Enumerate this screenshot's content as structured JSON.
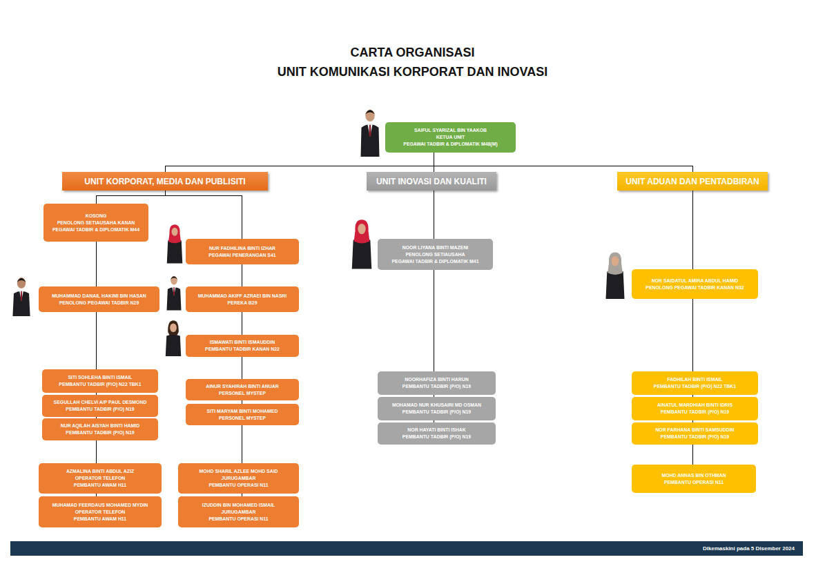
{
  "diagram": {
    "title": "CARTA ORGANISASI",
    "nodes": [
      {
        "text": [
          "SAIFUL SYARIZAL BIN YAAKOB",
          "KETUA UNIT",
          "PEGAWAI TADBIR & DIPLOMATIK M48(M)"
        ]
      },
      {
        "text": [
          "UNIT KORPORAT, MEDIA DAN PUBLISITI"
        ]
      },
      {
        "text": [
          "UNIT INOVASI DAN KUALITI"
        ]
      },
      {
        "text": [
          "UNIT ADUAN DAN PENTADBIRAN"
        ]
      },
      {
        "text": [
          "KOSONG",
          "PENOLONG SETIAUSAHA KANAN",
          "PEGAWAI TADBIR & DIPLOMATIK M44"
        ]
      },
      {
        "text": [
          "NUR FADHILINA BINTI IZHAR",
          "PEGAWAI PENERANGAN S41"
        ]
      },
      {
        "text": [
          "MUHAMMAD DANAIL HAKIMI BIN HASAN",
          "PENOLONG PEGAWAI TADBIR N29"
        ]
      },
      {
        "text": [
          "MUHAMMAD AKIFF AZRAEI BIN NASRI",
          "PEREKA B29"
        ]
      },
      {
        "text": [
          "ISMAWATI BINTI ISMAUDDIN",
          "PEMBANTU TADBIR KANAN N22"
        ]
      },
      {
        "text": [
          "SITI SOHLEHA BINTI ISMAIL",
          "PEMBANTU TADBIR (P/O) N22 TBK1"
        ]
      },
      {
        "text": [
          "AINUR SYAHIRAH BINTI ANUAR",
          "PERSONEL MYSTEP"
        ]
      },
      {
        "text": [
          "SEGULLAH CHELVI A/P PAUL DESMOND",
          "PEMBANTU TADBIR (P/O) N19"
        ]
      },
      {
        "text": [
          "SITI MARYAM BINTI MOHAMED",
          "PERSONEL MYSTEP"
        ]
      },
      {
        "text": [
          "NUR AQILAH AISYAH BINTI HAMID",
          "PEMBANTU TADBIR (P/O) N19"
        ]
      },
      {
        "text": [
          "AZMALINA BINTI ABDUL AZIZ",
          "OPERATOR TELEFON",
          "PEMBANTU AWAM H11"
        ]
      },
      {
        "text": [
          "MOHD SHARIL AZLEE MOHD SAID",
          "JURUGAMBAR",
          "PEMBANTU OPERASI N11"
        ]
      },
      {
        "text": [
          "MUHAMAD FEERDAUS MOHAMED MYDIN",
          "OPERATOR TELEFON",
          "PEMBANTU AWAM H11"
        ]
      },
      {
        "text": [
          "IZUDDIN BIN MOHAMED ISMAIL",
          "JURUGAMBAR",
          "PEMBANTU OPERASI N11"
        ]
      },
      {
        "text": [
          "NOOR LIYANA BINTI MAZENI",
          "PENOLONG SETIAUSAHA",
          "PEGAWAI TADBIR & DIPLOMATIK M41"
        ]
      },
      {
        "text": [
          "NOORHAFIZA BINTI HARUN",
          "PEMBANTU TADBIR (P/O) N19"
        ]
      },
      {
        "text": [
          "MOHAMAD NUR KHUSAIRI MD OSMAN",
          "PEMBANTU TADBIR (P/O) N19"
        ]
      },
      {
        "text": [
          "NOR HAYATI BINTI ISHAK",
          "PEMBANTU TADBIR (P/O) N19"
        ]
      },
      {
        "text": [
          "NOR SAIDATUL AMIRA ABDUL HAMID",
          "PENOLONG PEGAWAI TADBIR KANAN N32"
        ]
      },
      {
        "text": [
          "FADHILAH BINTI ISMAIL",
          "PEMBANTU TADBIR (P/O) N22 TBK1"
        ]
      },
      {
        "text": [
          "AINATUL MARDHIAH BINTI IDRIS",
          "PEMBANTU TADBIR (P/O) N19"
        ]
      },
      {
        "text": [
          "NOR FARHANA BINTI SAMSUDDIN",
          "PEMBANTU TADBIR (P/O) N19"
        ]
      },
      {
        "text": [
          "MOHD ANNAS BIN OTHMAN",
          "PEMBANTU OPERASI N11"
        ]
      },
      {
        "text": [
          "Dikemaskini pada 5 Disember 2024"
        ]
      }
    ],
    "edges": [
      {
        "from": 0,
        "to": 1,
        "arrow": "none"
      },
      {
        "from": 0,
        "to": 2,
        "arrow": "none"
      },
      {
        "from": 0,
        "to": 3,
        "arrow": "none"
      },
      {
        "from": 1,
        "to": 4,
        "arrow": "none"
      },
      {
        "from": 1,
        "to": 5,
        "arrow": "none"
      },
      {
        "from": 4,
        "to": 6,
        "arrow": "none"
      },
      {
        "from": 6,
        "to": 9,
        "arrow": "none"
      },
      {
        "from": 9,
        "to": 11,
        "arrow": "none"
      },
      {
        "from": 11,
        "to": 13,
        "arrow": "none"
      },
      {
        "from": 13,
        "to": 14,
        "arrow": "none"
      },
      {
        "from": 14,
        "to": 16,
        "arrow": "none"
      },
      {
        "from": 5,
        "to": 7,
        "arrow": "none"
      },
      {
        "from": 7,
        "to": 8,
        "arrow": "none"
      },
      {
        "from": 8,
        "to": 10,
        "arrow": "none"
      },
      {
        "from": 10,
        "to": 12,
        "arrow": "none"
      },
      {
        "from": 12,
        "to": 15,
        "arrow": "none"
      },
      {
        "from": 15,
        "to": 17,
        "arrow": "none"
      },
      {
        "from": 2,
        "to": 18,
        "arrow": "none"
      },
      {
        "from": 18,
        "to": 19,
        "arrow": "none"
      },
      {
        "from": 19,
        "to": 20,
        "arrow": "none"
      },
      {
        "from": 20,
        "to": 21,
        "arrow": "none"
      },
      {
        "from": 3,
        "to": 22,
        "arrow": "none"
      },
      {
        "from": 22,
        "to": 23,
        "arrow": "none"
      },
      {
        "from": 23,
        "to": 24,
        "arrow": "none"
      },
      {
        "from": 24,
        "to": 25,
        "arrow": "none"
      },
      {
        "from": 25,
        "to": 26,
        "arrow": "none"
      }
    ],
    "labels": [
      "UNIT KOMUNIKASI KORPORAT DAN INOVASI"
    ]
  }
}
